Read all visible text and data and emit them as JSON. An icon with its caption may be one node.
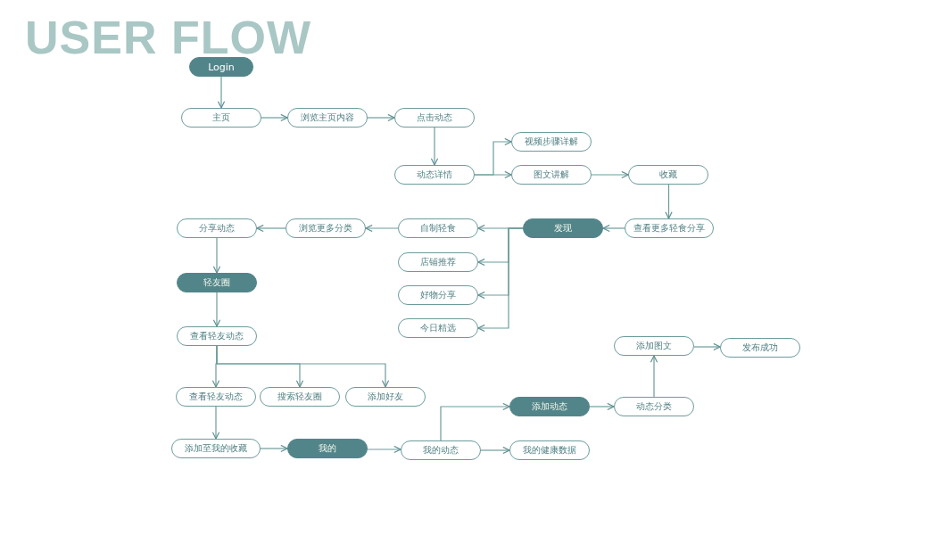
{
  "diagram": {
    "title": "USER FLOW",
    "nodes": [
      {
        "text": [
          "Login"
        ]
      },
      {
        "text": [
          "主页"
        ]
      },
      {
        "text": [
          "浏览主页内容"
        ]
      },
      {
        "text": [
          "点击动态"
        ]
      },
      {
        "text": [
          "视频步骤详解"
        ]
      },
      {
        "text": [
          "动态详情"
        ]
      },
      {
        "text": [
          "图文讲解"
        ]
      },
      {
        "text": [
          "收藏"
        ]
      },
      {
        "text": [
          "分享动态"
        ]
      },
      {
        "text": [
          "浏览更多分类"
        ]
      },
      {
        "text": [
          "自制轻食"
        ]
      },
      {
        "text": [
          "发现"
        ]
      },
      {
        "text": [
          "查看更多轻食分享"
        ]
      },
      {
        "text": [
          "店铺推荐"
        ]
      },
      {
        "text": [
          "轻友圈"
        ]
      },
      {
        "text": [
          "好物分享"
        ]
      },
      {
        "text": [
          "今日精选"
        ]
      },
      {
        "text": [
          "查看轻友动态"
        ]
      },
      {
        "text": [
          "添加图文"
        ]
      },
      {
        "text": [
          "发布成功"
        ]
      },
      {
        "text": [
          "查看轻友动态"
        ]
      },
      {
        "text": [
          "搜索轻友圈"
        ]
      },
      {
        "text": [
          "添加好友"
        ]
      },
      {
        "text": [
          "添加动态"
        ]
      },
      {
        "text": [
          "动态分类"
        ]
      },
      {
        "text": [
          "添加至我的收藏"
        ]
      },
      {
        "text": [
          "我的"
        ]
      },
      {
        "text": [
          "我的动态"
        ]
      },
      {
        "text": [
          "我的健康数据"
        ]
      }
    ],
    "edges": [
      {
        "from": 0,
        "to": 1,
        "arrow": "to"
      },
      {
        "from": 1,
        "to": 2,
        "arrow": "to"
      },
      {
        "from": 2,
        "to": 3,
        "arrow": "to"
      },
      {
        "from": 3,
        "to": 5,
        "arrow": "to"
      },
      {
        "from": 5,
        "to": 4,
        "arrow": "to"
      },
      {
        "from": 5,
        "to": 6,
        "arrow": "to"
      },
      {
        "from": 6,
        "to": 7,
        "arrow": "to"
      },
      {
        "from": 7,
        "to": 12,
        "arrow": "to"
      },
      {
        "from": 12,
        "to": 11,
        "arrow": "to"
      },
      {
        "from": 11,
        "to": 10,
        "arrow": "to"
      },
      {
        "from": 11,
        "to": 13,
        "arrow": "to"
      },
      {
        "from": 11,
        "to": 15,
        "arrow": "to"
      },
      {
        "from": 11,
        "to": 16,
        "arrow": "to"
      },
      {
        "from": 10,
        "to": 9,
        "arrow": "to"
      },
      {
        "from": 9,
        "to": 8,
        "arrow": "to"
      },
      {
        "from": 8,
        "to": 14,
        "arrow": "to"
      },
      {
        "from": 14,
        "to": 17,
        "arrow": "to"
      },
      {
        "from": 17,
        "to": 20,
        "arrow": "to"
      },
      {
        "from": 17,
        "to": 21,
        "arrow": "to"
      },
      {
        "from": 17,
        "to": 22,
        "arrow": "to"
      },
      {
        "from": 20,
        "to": 25,
        "arrow": "to"
      },
      {
        "from": 25,
        "to": 26,
        "arrow": "to"
      },
      {
        "from": 26,
        "to": 27,
        "arrow": "to"
      },
      {
        "from": 27,
        "to": 23,
        "arrow": "to"
      },
      {
        "from": 27,
        "to": 28,
        "arrow": "to"
      },
      {
        "from": 23,
        "to": 24,
        "arrow": "to"
      },
      {
        "from": 24,
        "to": 18,
        "arrow": "to"
      },
      {
        "from": 18,
        "to": 19,
        "arrow": "to"
      }
    ]
  }
}
